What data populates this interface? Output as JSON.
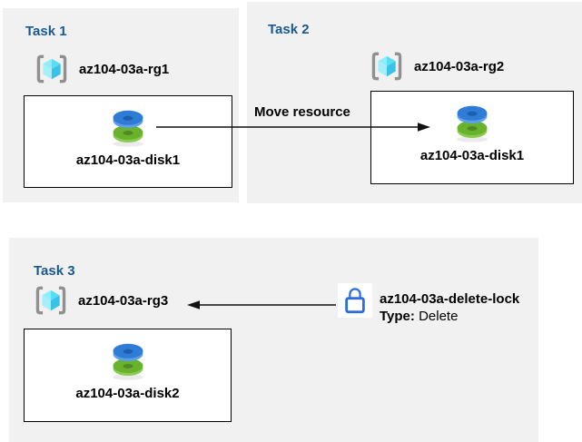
{
  "colors": {
    "panel_bg": "#f1f1f1",
    "title_blue": "#175a94",
    "arrow_black": "#111111",
    "lock_blue": "#2e6edb",
    "disk_blue": "#2e7cd6",
    "disk_blue_rim": "#5d9fe8",
    "disk_blue_hole": "#1d5fae",
    "disk_green": "#69b22e",
    "disk_green_rim": "#8bcb52",
    "disk_green_hole": "#4e8b20",
    "cube_top_left": "#8deefb",
    "cube_top_right": "#58ddf4",
    "cube_bottom_left": "#a7eefb",
    "cube_bottom_right": "#38c3e6",
    "bracket_gray": "#909090"
  },
  "icons": {
    "resource_group": "azure-resource-group-cube-in-brackets",
    "disk": "azure-managed-disk-stack",
    "lock": "padlock-outline"
  },
  "tasks": [
    {
      "title": "Task 1",
      "resource_group": "az104-03a-rg1",
      "resource": "az104-03a-disk1"
    },
    {
      "title": "Task 2",
      "resource_group": "az104-03a-rg2",
      "resource": "az104-03a-disk1"
    },
    {
      "title": "Task 3",
      "resource_group": "az104-03a-rg3",
      "resource": "az104-03a-disk2"
    }
  ],
  "move_arrow": {
    "label": "Move resource"
  },
  "lock": {
    "name": "az104-03a-delete-lock",
    "type_label": "Type:",
    "type_value": "Delete"
  }
}
